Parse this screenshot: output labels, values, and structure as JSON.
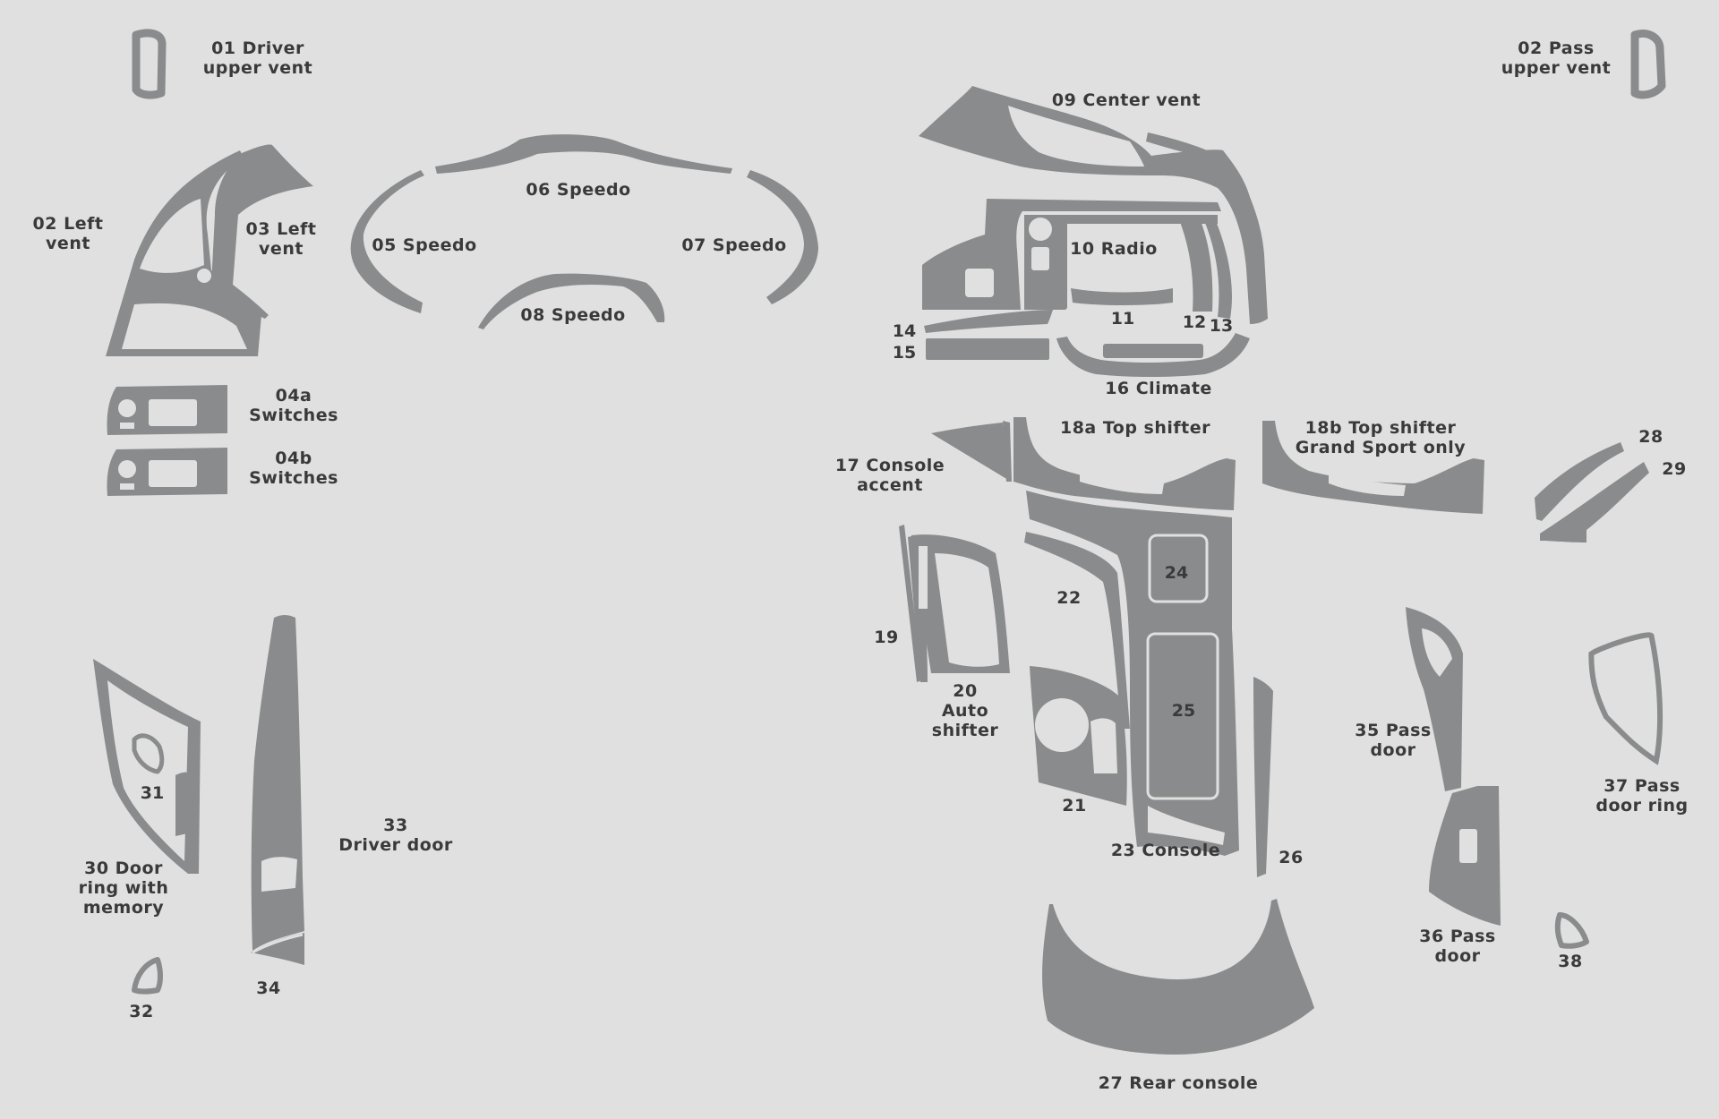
{
  "labels": {
    "p01_l1": "01 Driver",
    "p01_l2": "upper vent",
    "p02p_l1": "02 Pass",
    "p02p_l2": "upper vent",
    "p02l_l1": "02 Left",
    "p02l_l2": "vent",
    "p03_l1": "03 Left",
    "p03_l2": "vent",
    "p04a_l1": "04a",
    "p04a_l2": "Switches",
    "p04b_l1": "04b",
    "p04b_l2": "Switches",
    "p05": "05 Speedo",
    "p06": "06 Speedo",
    "p07": "07 Speedo",
    "p08": "08 Speedo",
    "p09": "09 Center vent",
    "p10": "10 Radio",
    "p11": "11",
    "p12": "12",
    "p13": "13",
    "p14": "14",
    "p15": "15",
    "p16": "16 Climate",
    "p17_l1": "17 Console",
    "p17_l2": "accent",
    "p18a": "18a Top shifter",
    "p18b_l1": "18b Top shifter",
    "p18b_l2": "Grand Sport only",
    "p19": "19",
    "p20_l1": "20",
    "p20_l2": "Auto",
    "p20_l3": "shifter",
    "p21": "21",
    "p22": "22",
    "p23": "23 Console",
    "p24": "24",
    "p25": "25",
    "p26": "26",
    "p27": "27 Rear console",
    "p28": "28",
    "p29": "29",
    "p30_l1": "30 Door",
    "p30_l2": "ring with",
    "p30_l3": "memory",
    "p31": "31",
    "p32": "32",
    "p33_l1": "33",
    "p33_l2": "Driver door",
    "p34": "34",
    "p35_l1": "35 Pass",
    "p35_l2": "door",
    "p36_l1": "36 Pass",
    "p36_l2": "door",
    "p37_l1": "37 Pass",
    "p37_l2": "door ring",
    "p38": "38"
  },
  "colors": {
    "background": "#e0e0e0",
    "part": "#8a8b8c",
    "text": "#3a3a3a"
  }
}
